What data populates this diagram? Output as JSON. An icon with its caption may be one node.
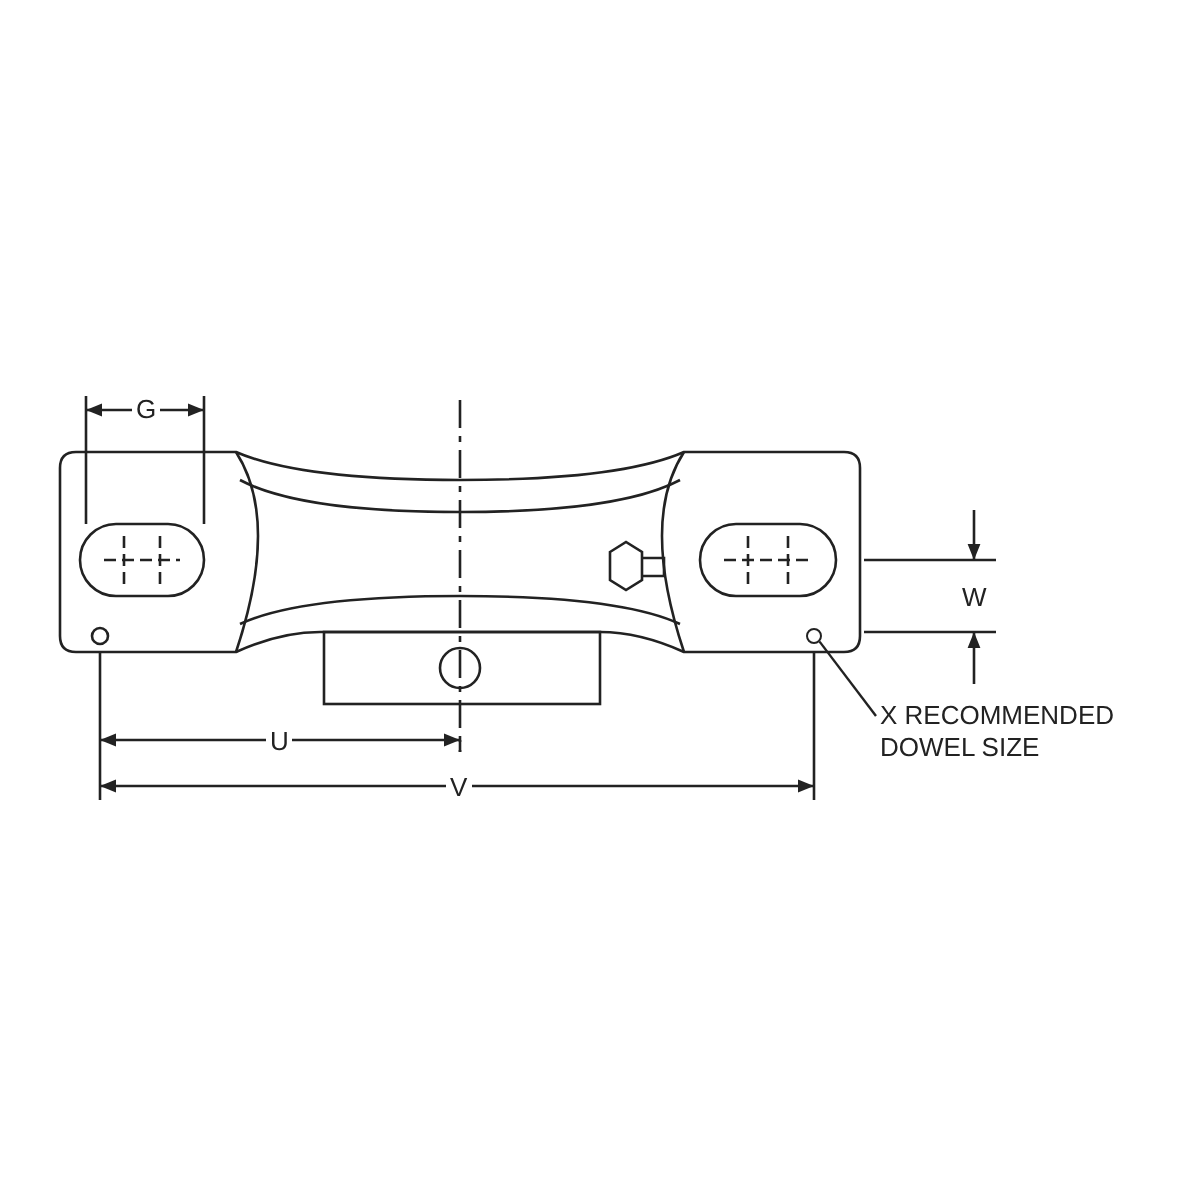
{
  "diagram": {
    "nodes": [
      {
        "text": [],
        "shape": "circle"
      },
      {
        "text": [
          "X RECOMMENDED DOWEL SIZE"
        ]
      }
    ],
    "edges": [
      {
        "from": 1,
        "to": 0,
        "arrow": "none"
      }
    ],
    "labels": [
      "G",
      "W",
      "U",
      "V"
    ]
  }
}
